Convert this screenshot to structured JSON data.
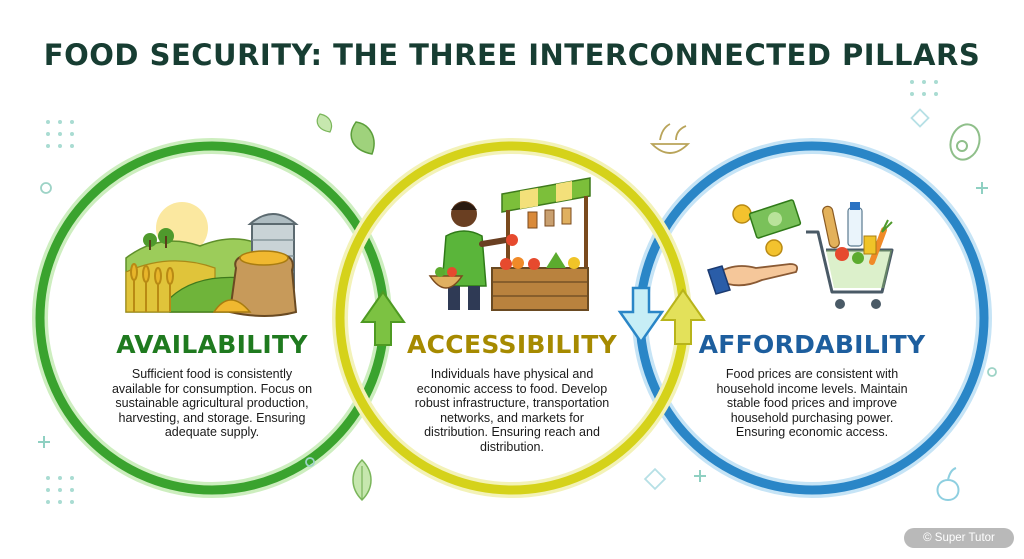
{
  "title": "FOOD SECURITY: THE THREE INTERCONNECTED PILLARS",
  "colors": {
    "title": "#173d32",
    "availability": "#1f7a1f",
    "accessibility": "#a68a00",
    "affordability": "#1d5e9e",
    "ring_green": "#3aa32e",
    "ring_yellow": "#d5d21a",
    "ring_blue": "#2a86c7"
  },
  "pillars": [
    {
      "heading": "AVAILABILITY",
      "text": "Sufficient food is consistently available for consumption. Focus on sustainable agricultural production, harvesting, and storage. Ensuring adequate supply.",
      "icon": "farm-field-silo-grain-sack-icon"
    },
    {
      "heading": "ACCESSIBILITY",
      "text": "Individuals have physical and economic access to food. Develop robust infrastructure, transportation networks, and markets for distribution. Ensuring reach and distribution.",
      "icon": "market-stall-vendor-icon"
    },
    {
      "heading": "AFFORDABILITY",
      "text": "Food prices are consistent with household income levels. Maintain stable food prices and improve household purchasing power. Ensuring economic access.",
      "icon": "hand-money-shopping-cart-icon"
    }
  ],
  "watermark": "© Super Tutor"
}
